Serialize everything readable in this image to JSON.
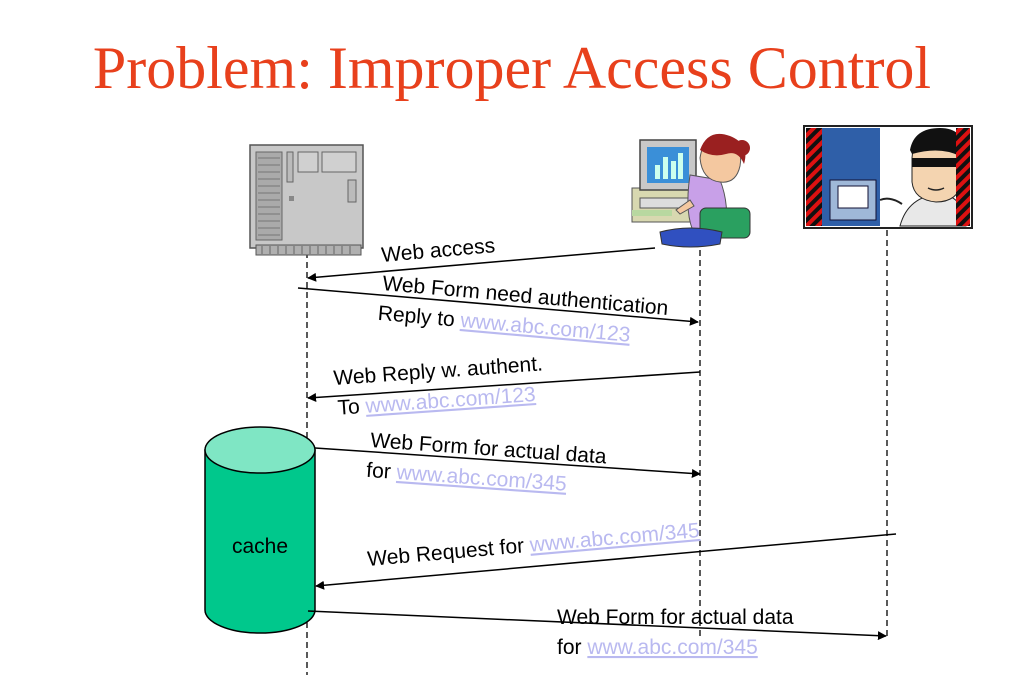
{
  "title": "Problem: Improper Access Control",
  "cache": {
    "label": "cache"
  },
  "actors": {
    "server": {
      "icon": "server-icon"
    },
    "user": {
      "icon": "user-at-computer-icon"
    },
    "attacker": {
      "icon": "masked-attacker-icon"
    }
  },
  "colors": {
    "title": "#e8401c",
    "link": "#b9b9f0",
    "cache_fill": "#00c88c",
    "cache_top": "#7fe6c4"
  },
  "messages": [
    {
      "line1": "Web access"
    },
    {
      "line1": "Web Form need authentication",
      "line2_prefix": "Reply to ",
      "line2_link": "www.abc.com/123"
    },
    {
      "line1": "Web Reply w. authent.",
      "line2_prefix": "To ",
      "line2_link": "www.abc.com/123"
    },
    {
      "line1": "Web Form for actual data",
      "line2_prefix": "for ",
      "line2_link": "www.abc.com/345"
    },
    {
      "line1": "Web Request for",
      "line2_prefix": "",
      "line2_link": "www.abc.com/345"
    },
    {
      "line1": "Web Form for actual data",
      "line2_prefix": "for ",
      "line2_link": "www.abc.com/345"
    }
  ]
}
